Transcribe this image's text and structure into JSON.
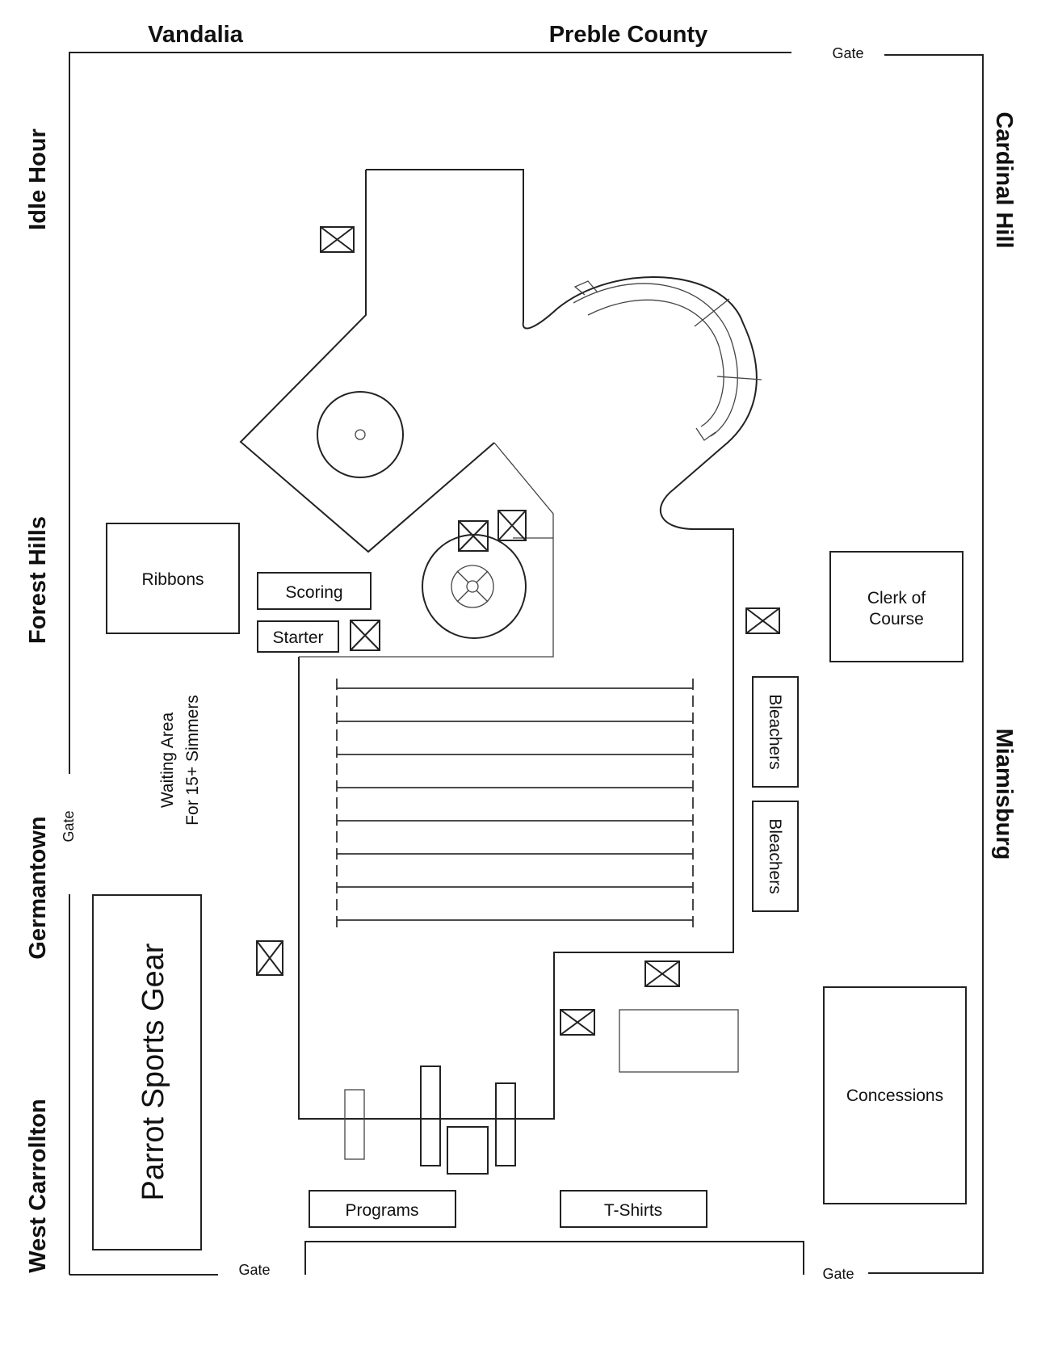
{
  "teams": {
    "top_left": "Vandalia",
    "top_center": "Preble County",
    "right_top": "Cardinal Hill",
    "right_bottom": "Miamisburg",
    "left_1": "Idle Hour",
    "left_2": "Forest Hills",
    "left_3": "Germantown",
    "left_4": "West Carrollton"
  },
  "gates": {
    "top_right": "Gate",
    "left": "Gate",
    "bottom_left": "Gate",
    "bottom_right": "Gate"
  },
  "areas": {
    "ribbons": "Ribbons",
    "scoring": "Scoring",
    "starter": "Starter",
    "clerk_line1": "Clerk of",
    "clerk_line2": "Course",
    "bleachers_1": "Bleachers",
    "bleachers_2": "Bleachers",
    "waiting_line1": "Waiting Area",
    "waiting_line2": "For 15+ Simmers",
    "parrot": "Parrot Sports Gear",
    "concessions": "Concessions",
    "programs": "Programs",
    "tshirts": "T-Shirts"
  },
  "icons": {
    "marker": "crossed-box-icon"
  }
}
